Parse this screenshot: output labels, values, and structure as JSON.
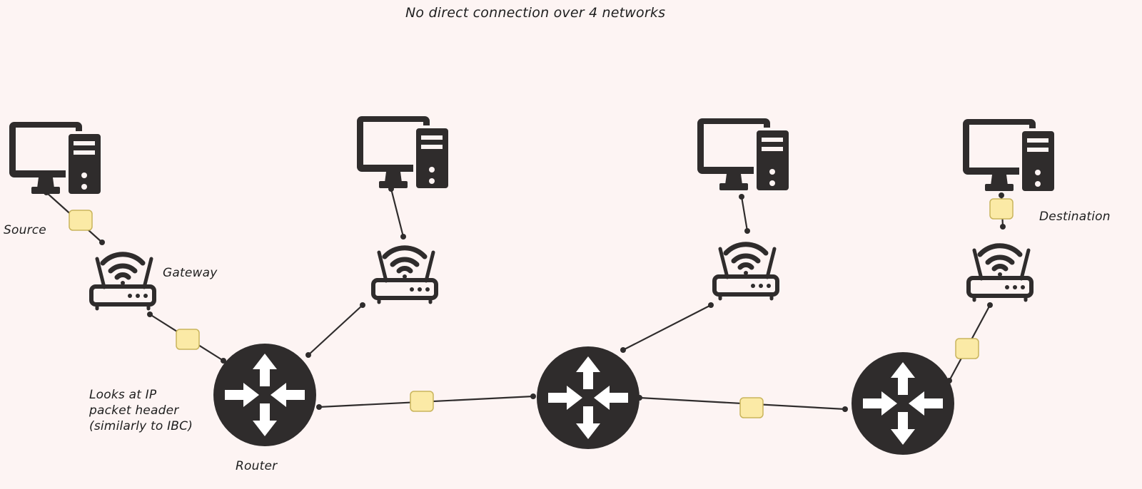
{
  "title": "No direct connection over 4 networks",
  "labels": {
    "source": "Source",
    "gateway": "Gateway",
    "destination": "Destination",
    "router": "Router",
    "router_note": "Looks at IP\npacket header\n(similarly to IBC)"
  },
  "icons": {
    "computer": "computer-icon",
    "wifi_router": "wifi-router-icon",
    "router": "network-router-icon",
    "packet": "packet-icon"
  },
  "colors": {
    "background": "#fdf4f3",
    "icon": "#2f2c2c",
    "line": "#2f2c2c",
    "packet_fill": "#fbeaa6",
    "packet_stroke": "#c9b45c"
  }
}
